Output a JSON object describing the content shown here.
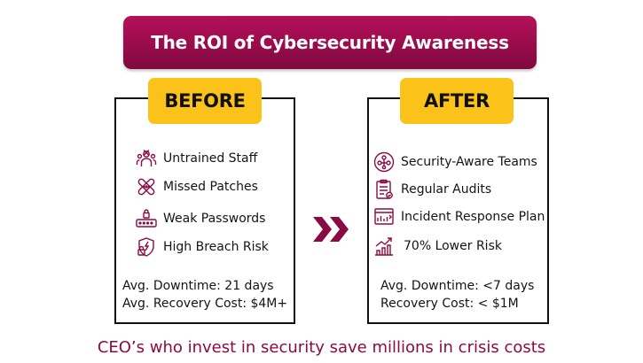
{
  "title": "The ROI of Cybersecurity Awareness",
  "before": {
    "label": "BEFORE",
    "items": [
      {
        "icon": "untrained-staff-icon",
        "text": "Untrained Staff"
      },
      {
        "icon": "missed-patches-icon",
        "text": "Missed Patches"
      },
      {
        "icon": "weak-password-icon",
        "text": "Weak Passwords"
      },
      {
        "icon": "breach-risk-icon",
        "text": "High Breach Risk"
      }
    ],
    "downtime": "Avg. Downtime: 21 days",
    "recovery": "Avg. Recovery Cost: $4M+"
  },
  "after": {
    "label": "AFTER",
    "items": [
      {
        "icon": "security-team-icon",
        "text": "Security-Aware Teams"
      },
      {
        "icon": "audit-checklist-icon",
        "text": "Regular Audits"
      },
      {
        "icon": "response-plan-icon",
        "text": "Incident Response Plan"
      },
      {
        "icon": "lower-risk-icon",
        "text": "70% Lower Risk"
      }
    ],
    "downtime": "Avg. Downtime: <7 days",
    "recovery": "Recovery Cost: < $1M"
  },
  "footer": "CEO’s who invest in security save millions in crisis costs",
  "colors": {
    "brand": "#9a0c4c",
    "label_bg": "#fbc21a",
    "icon": "#8a0b43"
  }
}
